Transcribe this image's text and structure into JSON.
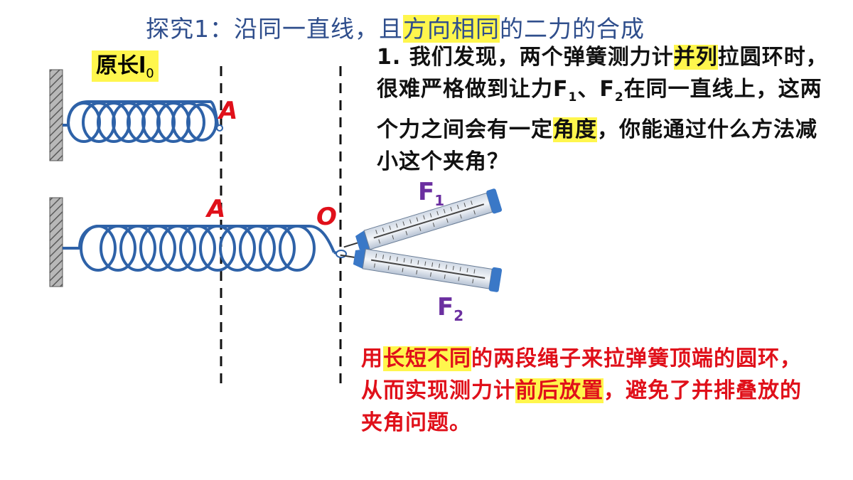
{
  "title": {
    "prefix": "探究1：沿同一直线，且",
    "highlight": "方向相同",
    "suffix": "的二力的合成"
  },
  "original_length": {
    "label": "原长l",
    "subscript": "0"
  },
  "labels": {
    "point_a_top": "A",
    "point_a_bottom": "A",
    "point_o": "O"
  },
  "forces": {
    "f1": {
      "letter": "F",
      "subscript": "1"
    },
    "f2": {
      "letter": "F",
      "subscript": "2"
    }
  },
  "question": {
    "p1": "1. 我们发现，两个弹簧测力计",
    "h1": "并列",
    "p2": "拉圆环时，很难严格做到让力F",
    "sub1": "1",
    "p3": "、F",
    "sub2": "2",
    "p4": "在同一直线上，这两个力之间会有一定",
    "h2": "角度",
    "p5": "，你能通过什么方法减小这个夹角？"
  },
  "answer": {
    "p1": "用",
    "h1": "长短不同",
    "p2": "的两段绳子来拉弹簧顶端的圆环，从而实现测力计",
    "h2": "前后放置",
    "p3": "，避免了并排叠放的夹角问题。"
  },
  "colors": {
    "title": "#2F4E8C",
    "highlight": "#FFF64D",
    "answer_text": "#E0101A",
    "spring": "#2E62A8",
    "force_label": "#6B2FA0",
    "point_label": "#E0101A"
  }
}
